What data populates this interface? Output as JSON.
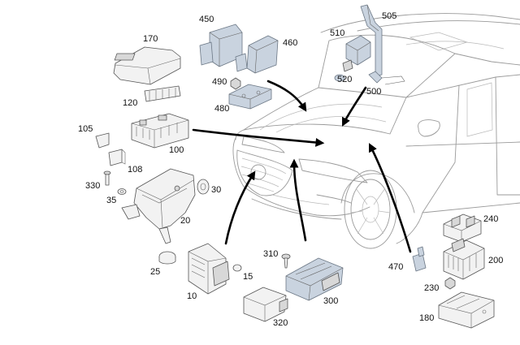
{
  "labels": {
    "p10": "10",
    "p15": "15",
    "p20": "20",
    "p25": "25",
    "p30": "30",
    "p35": "35",
    "p100": "100",
    "p105": "105",
    "p108": "108",
    "p120": "120",
    "p170": "170",
    "p180": "180",
    "p200": "200",
    "p230": "230",
    "p240": "240",
    "p300": "300",
    "p310": "310",
    "p320": "320",
    "p330": "330",
    "p450": "450",
    "p460": "460",
    "p470": "470",
    "p480": "480",
    "p490": "490",
    "p500": "500",
    "p505": "505",
    "p510": "510",
    "p520": "520"
  },
  "colors": {
    "arrow": "#000000",
    "outline": "#9a9a9a",
    "part_fill": "#f2f2f2",
    "part_blue": "#c9d3df"
  }
}
